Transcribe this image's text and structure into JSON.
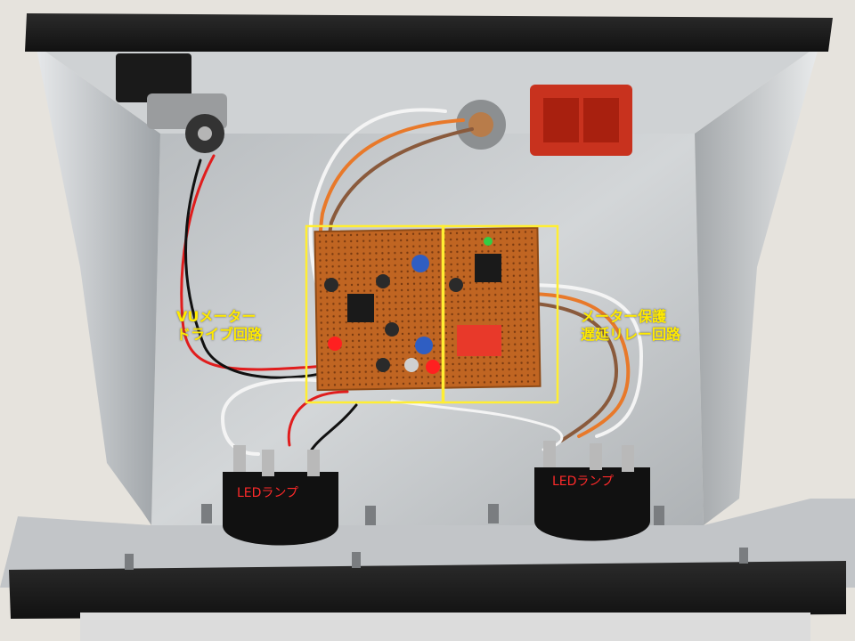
{
  "annotations": {
    "vu_drive": {
      "line1": "VUメーター",
      "line2": "ドライブ回路"
    },
    "meter_protect": {
      "line1": "メーター保護",
      "line2": "遅延リレー回路"
    },
    "led_lamp_left": "LEDランプ",
    "led_lamp_right": "LEDランプ",
    "highlight_color": "#ffee33"
  },
  "colors": {
    "chassis_panel": "#1c1c1c",
    "aluminum": "#c9ccce",
    "pcb": "#b8601e",
    "wire_red": "#e01d1d",
    "wire_black": "#111111",
    "wire_white": "#f4f4f4",
    "wire_orange": "#e8792a",
    "wire_brown": "#8a5a3c"
  }
}
